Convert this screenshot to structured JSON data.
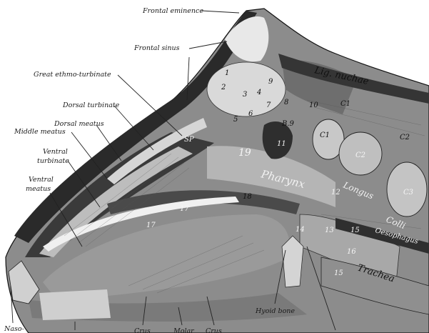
{
  "labels": {
    "frontal_eminence": "Frontal eminence",
    "frontal_sinus": "Frontal sinus",
    "great_ethmo_turbinate": "Great ethmo-turbinate",
    "dorsal_turbinate": "Dorsal turbinate",
    "dorsal_meatus": "Dorsal meatus",
    "middle_meatus": "Middle meatus",
    "ventral_turbinate_1": "Ventral",
    "ventral_turbinate_2": "turbinate",
    "ventral_meatus_1": "Ventral",
    "ventral_meatus_2": "meatus",
    "lig_nuchae": "Lig. nuchae",
    "pharynx": "Pharynx",
    "longus": "Longus",
    "colli": "Colli",
    "oesophagus": "Oesophagus",
    "trachea": "Trachea",
    "hyoid_bone": "Hyoid bone",
    "naso_1": "Naso-",
    "bottom_crus_1": "Crus",
    "bottom_molar": "Molar",
    "bottom_crus_2": "Crus",
    "sp": "SP"
  },
  "numerals": {
    "n1": "1",
    "n2": "2",
    "n3": "3",
    "n4": "4",
    "n5": "5",
    "n6": "6",
    "n7": "7",
    "n8": "8",
    "n9": "9",
    "n10": "10",
    "n11": "11",
    "n12": "12",
    "n13": "13",
    "n14": "14",
    "n15a": "15",
    "n15b": "15",
    "n16": "16",
    "n17a": "17",
    "n17b": "17",
    "n18": "18",
    "n19": "19",
    "c1a": "C1",
    "c1b": "C1",
    "c2a": "C2",
    "c2b": "C2",
    "c3": "C3",
    "b9": "B.9"
  }
}
